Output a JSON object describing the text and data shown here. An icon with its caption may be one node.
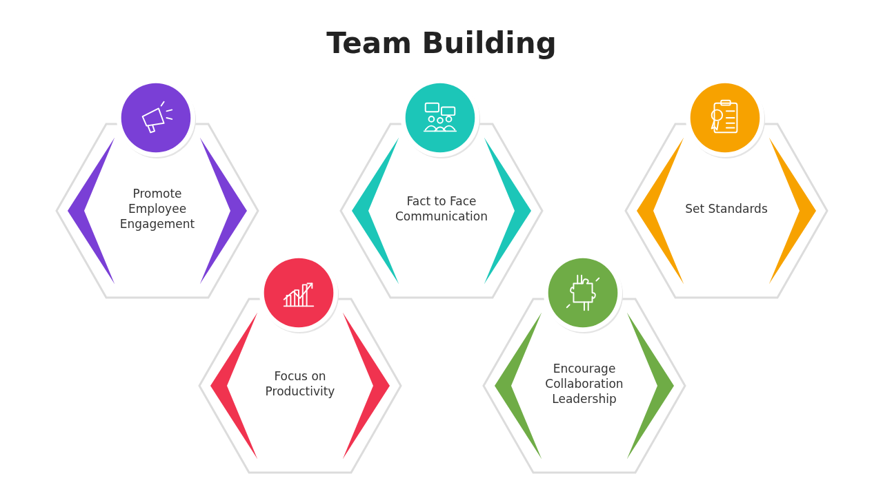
{
  "diagram": {
    "title": "Team Building",
    "nodes": [
      {
        "text": [
          "Promote Employee Engagement"
        ]
      },
      {
        "text": [
          "Fact to Face Communication"
        ]
      },
      {
        "text": [
          "Set Standards"
        ]
      },
      {
        "text": [
          "Focus on Productivity"
        ]
      },
      {
        "text": [
          "Encourage Collaboration Leadership"
        ]
      }
    ],
    "edges": []
  }
}
